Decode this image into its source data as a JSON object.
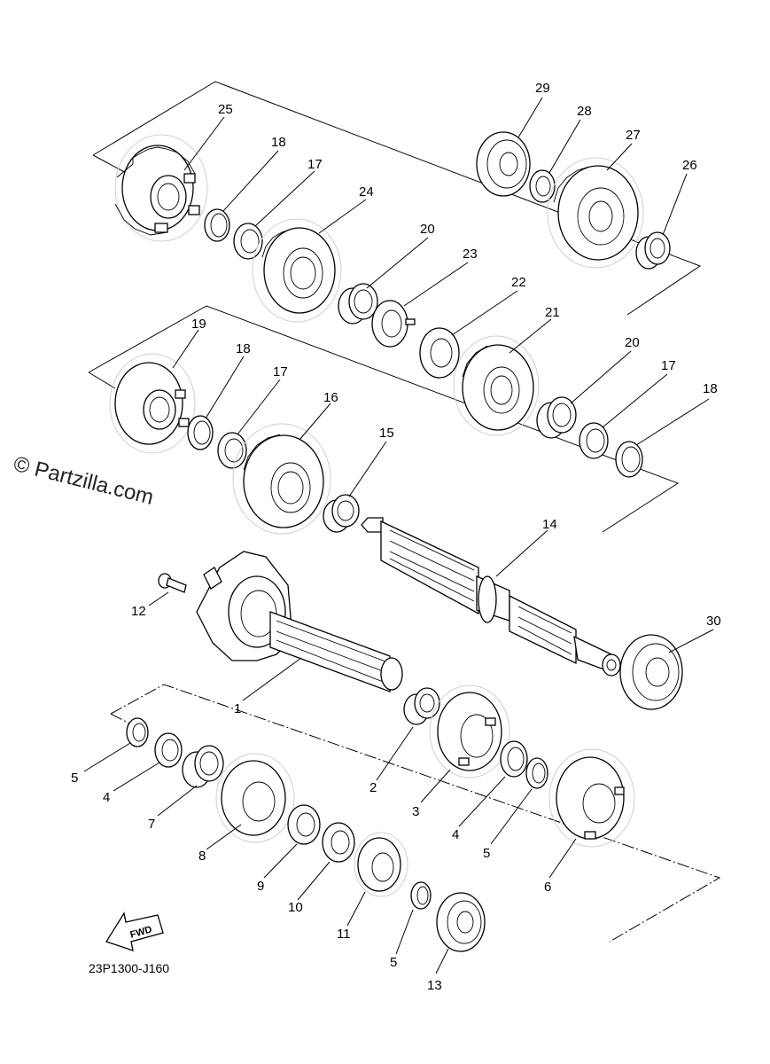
{
  "watermark": "© Partzilla.com",
  "diagram_code": "23P1300-J160",
  "fwd_label": "FWD",
  "callouts": {
    "c1": "1",
    "c2": "2",
    "c3": "3",
    "c4a": "4",
    "c4b": "4",
    "c5a": "5",
    "c5b": "5",
    "c5c": "5",
    "c6": "6",
    "c7": "7",
    "c8": "8",
    "c9": "9",
    "c10": "10",
    "c11": "11",
    "c12": "12",
    "c13": "13",
    "c14": "14",
    "c15": "15",
    "c16": "16",
    "c17a": "17",
    "c17b": "17",
    "c17c": "17",
    "c18a": "18",
    "c18b": "18",
    "c18c": "18",
    "c19": "19",
    "c20a": "20",
    "c20b": "20",
    "c21": "21",
    "c22": "22",
    "c23": "23",
    "c24": "24",
    "c25": "25",
    "c26": "26",
    "c27": "27",
    "c28": "28",
    "c29": "29",
    "c30": "30"
  }
}
